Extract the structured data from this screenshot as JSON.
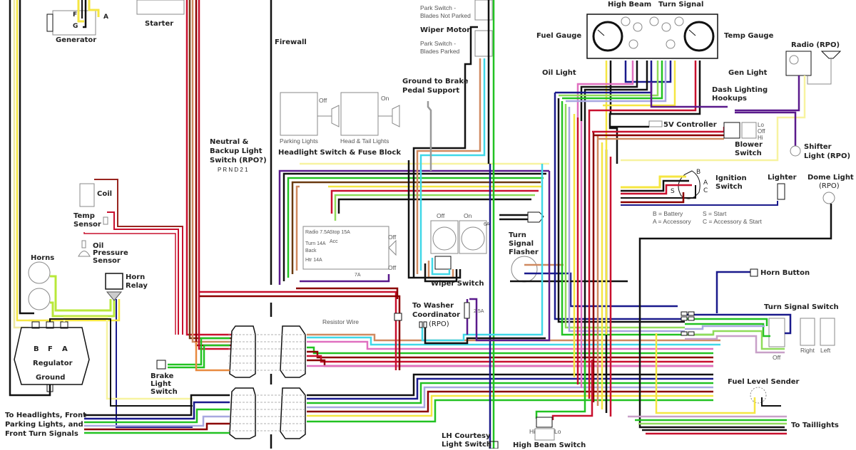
{
  "title": "Vehicle Electrical Wiring Diagram",
  "wire_colors": {
    "black": "#111111",
    "red": "#c8102e",
    "dark_red": "#8b0000",
    "yellow": "#f5e642",
    "light_yellow": "#f7f3a0",
    "green": "#22c222",
    "light_green": "#8fdc5a",
    "dark_green": "#0a6a0a",
    "blue": "#1a1a8c",
    "purple": "#5a1a8c",
    "light_blue": "#40d8e8",
    "pink": "#e070c0",
    "tan": "#d08a60",
    "brown": "#6a3a10",
    "orange": "#e88a40",
    "gray": "#999999",
    "lavender": "#a8a8e0",
    "white": "#ffffff"
  },
  "components": {
    "generator": {
      "label": "Generator",
      "terminals": [
        "F",
        "G",
        "A"
      ]
    },
    "starter": {
      "label": "Starter"
    },
    "firewall": {
      "label": "Firewall"
    },
    "neutral_switch": {
      "label": "Neutral & Backup Light Switch (RPO?)",
      "line1": "Neutral &",
      "line2": "Backup Light",
      "line3": "Switch (RPO?)",
      "gears": "P R N D 2 1"
    },
    "coil": {
      "label": "Coil"
    },
    "temp_sensor": {
      "line1": "Temp",
      "line2": "Sensor"
    },
    "oil_pressure_sensor": {
      "line1": "Oil",
      "line2": "Pressure",
      "line3": "Sensor"
    },
    "horns": {
      "label": "Horns"
    },
    "horn_relay": {
      "line1": "Horn",
      "line2": "Relay"
    },
    "regulator": {
      "label": "Regulator",
      "ground": "Ground",
      "terminals": [
        "B",
        "F",
        "A"
      ]
    },
    "brake_light_switch": {
      "line1": "Brake",
      "line2": "Light",
      "line3": "Switch"
    },
    "front_lights": {
      "line1": "To Headlights, Front",
      "line2": "Parking Lights, and",
      "line3": "Front Turn Signals"
    },
    "headlight_switch": {
      "label": "Headlight Switch & Fuse Block",
      "parking_lights": "Parking Lights",
      "head_tail_lights": "Head & Tail Lights",
      "off": "Off",
      "on": "On",
      "fuses": [
        "Radio 7.5A",
        "Stop 15A",
        "Turn 14A",
        "Acc",
        "Back",
        "Htr 14A",
        "7A"
      ],
      "state_top": "Off",
      "state_bottom": "Off"
    },
    "wiper_motor": {
      "label": "Wiper Motor",
      "park_not_parked_1": "Park Switch -",
      "park_not_parked_2": "Blades Not Parked",
      "park_parked_1": "Park Switch -",
      "park_parked_2": "Blades Parked"
    },
    "ground_brake_pedal": {
      "line1": "Ground to Brake",
      "line2": "Pedal Support"
    },
    "wiper_switch": {
      "label": "Wiper Switch",
      "off": "Off",
      "on": "On",
      "fuse": "6A"
    },
    "turn_signal_flasher": {
      "line1": "Turn",
      "line2": "Signal",
      "line3": "Flasher"
    },
    "washer_coordinator": {
      "line1": "To Washer",
      "line2": "Coordinator",
      "line3": "(RPO)",
      "fuse": "2.5A"
    },
    "resistor_wire": {
      "label": "Resistor Wire"
    },
    "lh_courtesy": {
      "line1": "LH Courtesy",
      "line2": "Light Switch"
    },
    "high_beam_switch": {
      "label": "High Beam Switch",
      "hi": "Hi",
      "lo": "Lo"
    },
    "instrument_cluster": {
      "high_beam": "High Beam",
      "turn_signal": "Turn Signal",
      "fuel_gauge": "Fuel Gauge",
      "temp_gauge": "Temp Gauge",
      "oil_light": "Oil Light",
      "gen_light": "Gen Light"
    },
    "radio": {
      "label": "Radio (RPO)"
    },
    "dash_lighting": {
      "line1": "Dash Lighting",
      "line2": "Hookups"
    },
    "controller": {
      "label": "5V Controller"
    },
    "blower_switch": {
      "line1": "Blower",
      "line2": "Switch",
      "lo": "Lo",
      "off": "Off",
      "hi": "Hi"
    },
    "shifter_light": {
      "line1": "Shifter",
      "line2": "Light (RPO)"
    },
    "ignition_switch": {
      "line1": "Ignition",
      "line2": "Switch",
      "terminals": [
        "B",
        "A",
        "C",
        "S"
      ],
      "legend": {
        "b": "B = Battery",
        "a": "A = Accessory",
        "s": "S = Start",
        "c": "C = Accessory & Start"
      }
    },
    "lighter": {
      "label": "Lighter"
    },
    "dome_light": {
      "line1": "Dome Light",
      "line2": "(RPO)"
    },
    "horn_button": {
      "label": "Horn Button"
    },
    "turn_signal_switch": {
      "label": "Turn Signal Switch",
      "off": "Off",
      "right": "Right",
      "left": "Left"
    },
    "fuel_level_sender": {
      "label": "Fuel Level Sender"
    },
    "taillights": {
      "label": "To Taillights"
    }
  }
}
